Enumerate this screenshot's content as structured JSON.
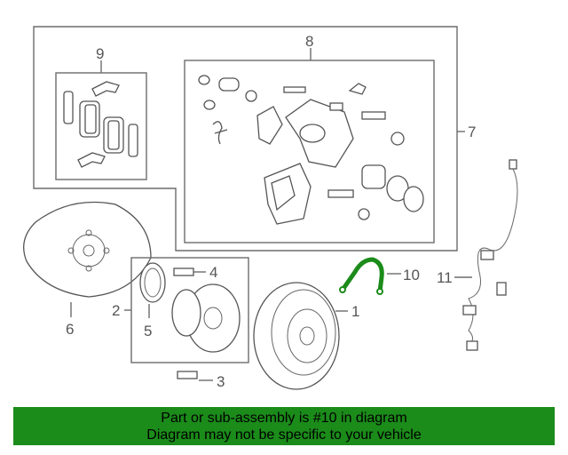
{
  "callouts": {
    "c1": "1",
    "c2": "2",
    "c3": "3",
    "c4": "4",
    "c5": "5",
    "c6": "6",
    "c7": "7",
    "c8": "8",
    "c9": "9",
    "c10": "10",
    "c11": "11"
  },
  "highlight_color": "#1b8b1a",
  "banner": {
    "line1": "Part or sub-assembly is #10 in diagram",
    "line2": "Diagram may not be specific to your vehicle"
  }
}
